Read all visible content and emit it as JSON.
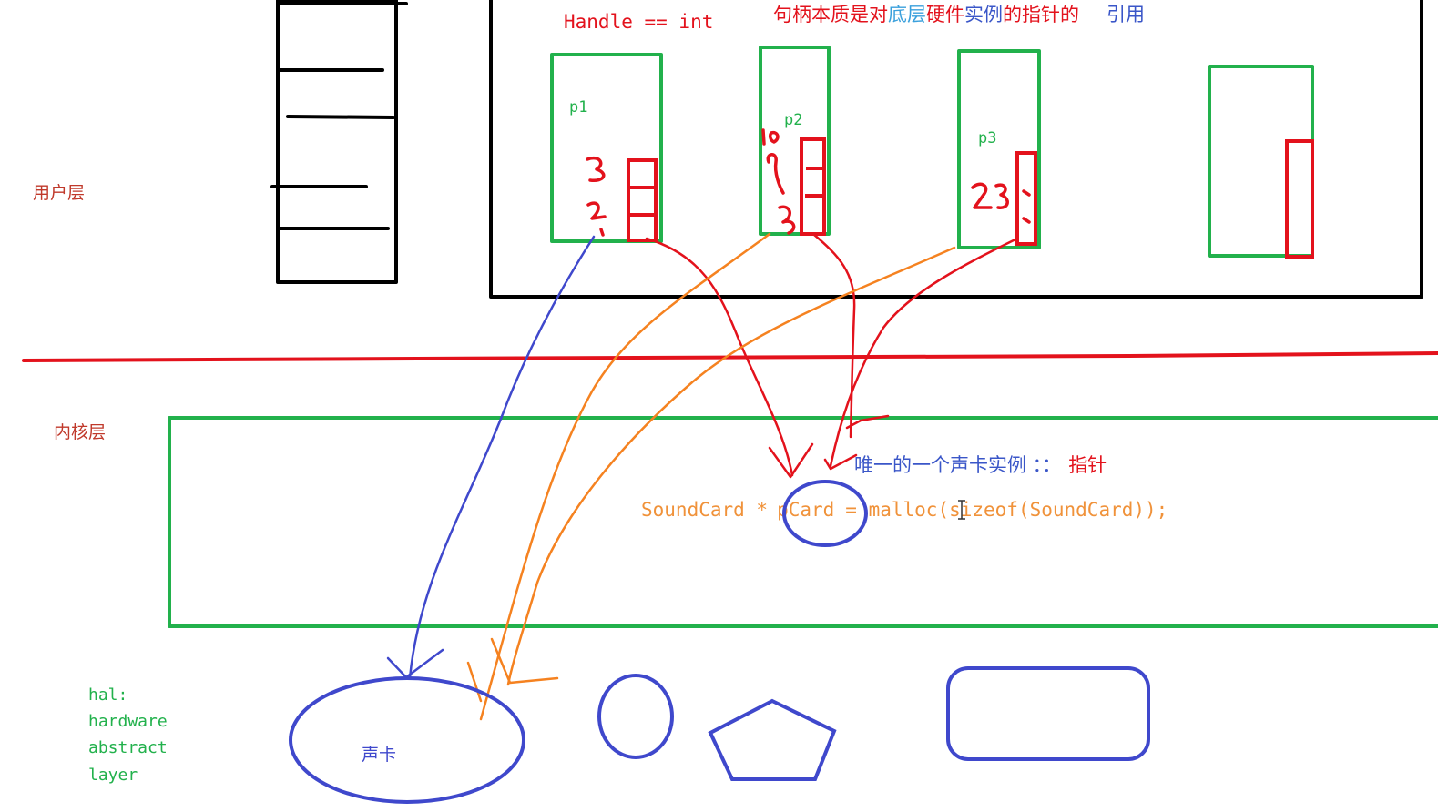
{
  "colors": {
    "black": "#000000",
    "red": "#e3121c",
    "green": "#22b14c",
    "blue": "#3f48cc",
    "orange": "#f58220",
    "label_red": "#c0392b",
    "title_blue": "#3a56c8",
    "code_orange": "#f0923a"
  },
  "layers": {
    "user": "用户层",
    "kernel": "内核层",
    "hal_lines": [
      "hal:",
      "hardware",
      "abstract",
      "layer"
    ]
  },
  "header": {
    "handle_eq": "Handle == int",
    "handle_desc_red": "句柄本质是对",
    "handle_desc_blue1": "底层",
    "handle_desc_red2": "硬件",
    "handle_desc_blue2": "实例",
    "handle_desc_red3": "的指针的",
    "handle_desc_blue3": "引用"
  },
  "processes": [
    "p1",
    "p2",
    "p3"
  ],
  "handwritten": {
    "p1_marks": [
      "3",
      "2",
      "1"
    ],
    "p2_marks": [
      "10",
      "9",
      "3"
    ],
    "p3_marks": [
      "23"
    ]
  },
  "kernel": {
    "instance_label_blue": "唯一的一个声卡实例 ：：",
    "instance_label_red": "指针",
    "code_type": "SoundCard *",
    "code_var": "pCard",
    "code_rest": "= malloc(sizeof(SoundCard));"
  },
  "hardware": {
    "sound_card": "声卡"
  },
  "icons": [
    "pentagon-shape",
    "circle-shape",
    "rounded-rect-shape",
    "ellipse-shape"
  ]
}
